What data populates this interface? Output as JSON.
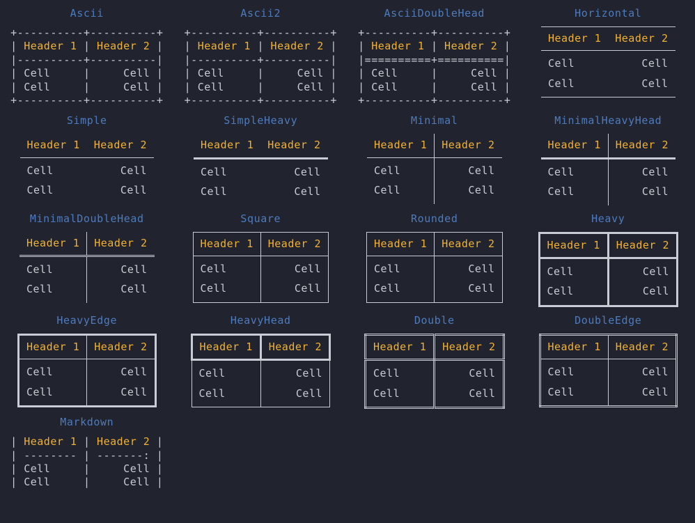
{
  "palette": {
    "background": "#21242e",
    "title": "#4d7bbf",
    "header": "#f2b233",
    "cell": "#c8ccd4",
    "line": "#c8ccd4"
  },
  "labels": {
    "header1": "Header 1",
    "header2": "Header 2",
    "cell": "Cell"
  },
  "tables": [
    {
      "name": "Ascii",
      "render": "ascii",
      "lines": [
        "+----------+----------+",
        "| Header 1 | Header 2 |",
        "|----------+----------|",
        "| Cell     |     Cell |",
        "| Cell     |     Cell |",
        "+----------+----------+"
      ]
    },
    {
      "name": "Ascii2",
      "render": "ascii",
      "lines": [
        "+----------+----------+",
        "| Header 1 | Header 2 |",
        "|----------+----------|",
        "| Cell     |     Cell |",
        "| Cell     |     Cell |",
        "+----------+----------+"
      ]
    },
    {
      "name": "AsciiDoubleHead",
      "render": "ascii",
      "lines": [
        "+----------+----------+",
        "| Header 1 | Header 2 |",
        "|==========+==========|",
        "| Cell     |     Cell |",
        "| Cell     |     Cell |",
        "+----------+----------+"
      ]
    },
    {
      "name": "Horizontal",
      "render": "css",
      "variant": "v-horizontal"
    },
    {
      "name": "Simple",
      "render": "css",
      "variant": "v-simple"
    },
    {
      "name": "SimpleHeavy",
      "render": "css",
      "variant": "v-simpleheavy"
    },
    {
      "name": "Minimal",
      "render": "css",
      "variant": "v-minimal"
    },
    {
      "name": "MinimalHeavyHead",
      "render": "css",
      "variant": "v-minimalheavyhead"
    },
    {
      "name": "MinimalDoubleHead",
      "render": "css",
      "variant": "v-minimaldoublehead"
    },
    {
      "name": "Square",
      "render": "css",
      "variant": "v-square"
    },
    {
      "name": "Rounded",
      "render": "css",
      "variant": "v-rounded"
    },
    {
      "name": "Heavy",
      "render": "css",
      "variant": "v-heavy"
    },
    {
      "name": "HeavyEdge",
      "render": "css",
      "variant": "v-heavyedge"
    },
    {
      "name": "HeavyHead",
      "render": "css",
      "variant": "v-heavyhead"
    },
    {
      "name": "Double",
      "render": "css",
      "variant": "v-double"
    },
    {
      "name": "DoubleEdge",
      "render": "css",
      "variant": "v-doubleedge"
    },
    {
      "name": "Markdown",
      "render": "ascii",
      "lines": [
        "| Header 1 | Header 2 |",
        "| -------- | -------: |",
        "| Cell     |     Cell |",
        "| Cell     |     Cell |"
      ]
    }
  ]
}
